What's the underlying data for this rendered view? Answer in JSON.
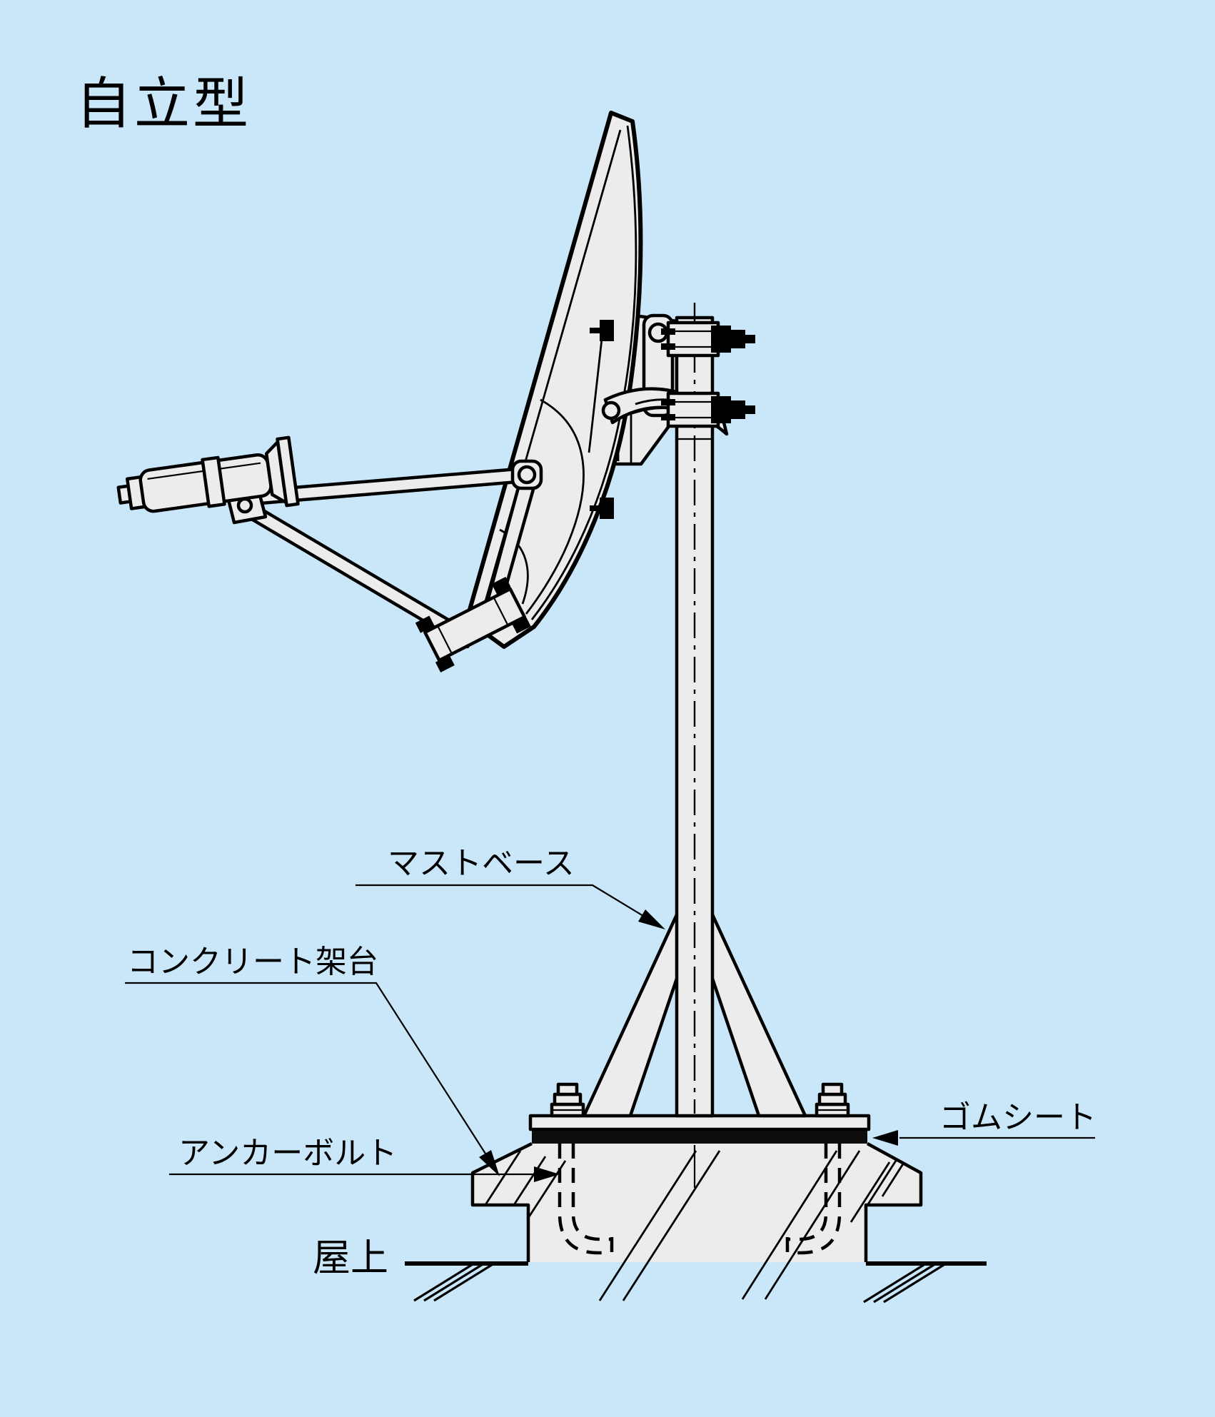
{
  "title": "自立型",
  "labels": {
    "mast_base": "マストベース",
    "concrete_base": "コンクリート架台",
    "anchor_bolt": "アンカーボルト",
    "rubber_sheet": "ゴムシート",
    "rooftop": "屋上"
  },
  "colors": {
    "background": "#c9e7f9",
    "structure_fill": "#ececec",
    "line": "#000000",
    "rubber_sheet": "#0d0d0d"
  }
}
